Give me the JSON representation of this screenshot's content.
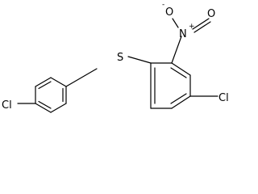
{
  "molecule": {
    "atoms": {
      "chlorine_left": "Cl",
      "sulfur": "S",
      "oxygen_top": "O",
      "oxygen_minus": "-",
      "nitrogen": "N",
      "nitrogen_plus": "+",
      "oxygen_right": "O",
      "chlorine_right": "Cl"
    }
  }
}
